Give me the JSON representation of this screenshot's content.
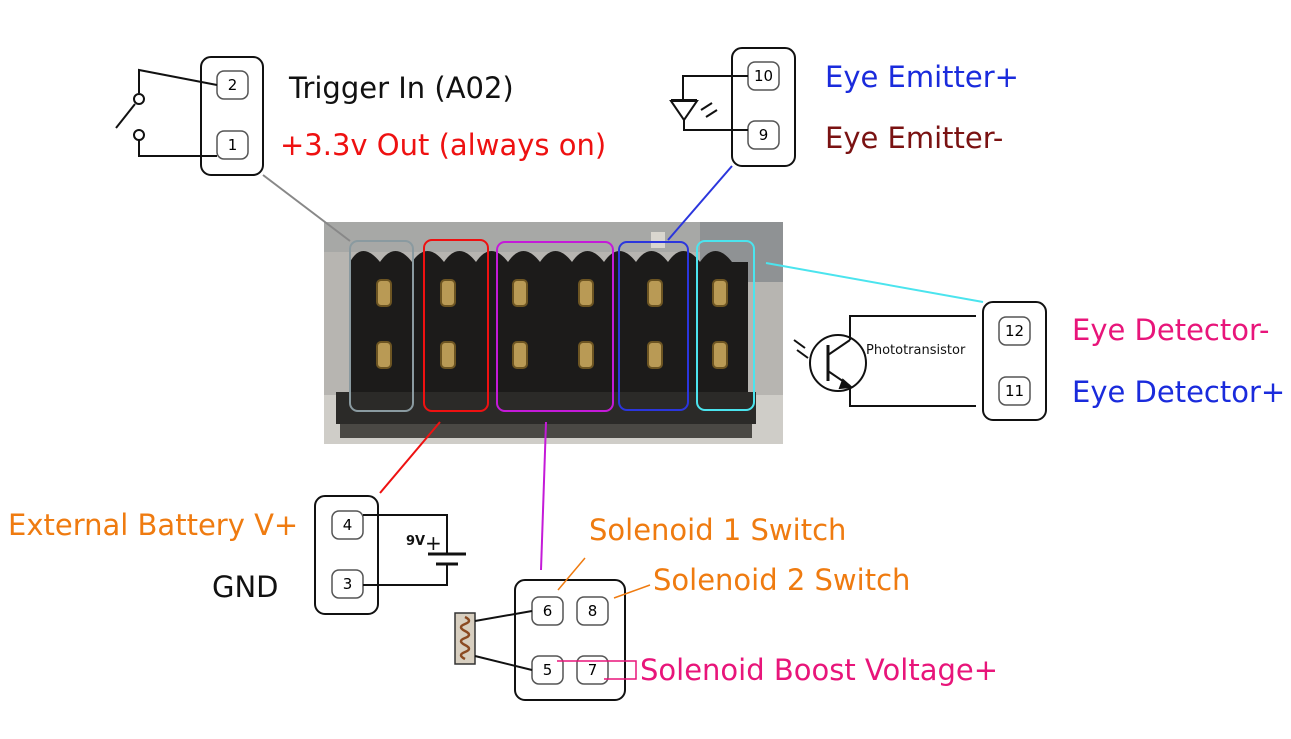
{
  "pins": {
    "p1": "1",
    "p2": "2",
    "p3": "3",
    "p4": "4",
    "p5": "5",
    "p6": "6",
    "p7": "7",
    "p8": "8",
    "p9": "9",
    "p10": "10",
    "p11": "11",
    "p12": "12"
  },
  "labels": {
    "trigger_in": "Trigger In (A02)",
    "v33_out": "+3.3v Out (always on)",
    "eye_emitter_plus": "Eye Emitter+",
    "eye_emitter_minus": "Eye Emitter-",
    "eye_detector_minus": "Eye Detector-",
    "eye_detector_plus": "Eye Detector+",
    "ext_battery": "External Battery V+",
    "gnd": "GND",
    "sol1": "Solenoid 1 Switch",
    "sol2": "Solenoid 2 Switch",
    "sol_boost": "Solenoid Boost Voltage+",
    "phototransistor": "Phototransistor",
    "battery_9v": "9V",
    "battery_plus": "+"
  },
  "colors": {
    "black": "#111111",
    "red": "#ee1111",
    "blue": "#1a2bdc",
    "darkred": "#7a1212",
    "pink": "#e8157a",
    "orange": "#ef7b10",
    "grey_box": "#8a9aa0",
    "magenta_box": "#c41ad8",
    "blue_box": "#2b36dd",
    "cyan_box": "#4be4ee"
  }
}
